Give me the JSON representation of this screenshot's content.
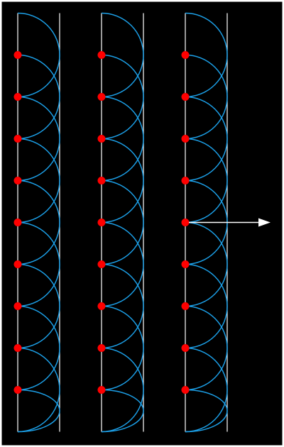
{
  "diagram": {
    "background_color": "#000000",
    "border_color": "#ffffff",
    "columns": [
      {
        "semicircle_count": 10,
        "source_count": 9,
        "has_arrow": false
      },
      {
        "semicircle_count": 10,
        "source_count": 9,
        "has_arrow": false
      },
      {
        "semicircle_count": 10,
        "source_count": 9,
        "has_arrow": true
      }
    ],
    "colors": {
      "line": "#ffffff",
      "wavefront": "#1ca0e8",
      "source": "#ff0000",
      "arrow": "#ffffff"
    },
    "arrow_at_source_index": 4
  }
}
